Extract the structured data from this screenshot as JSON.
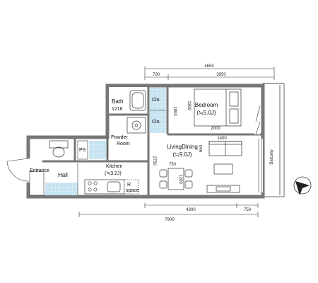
{
  "rooms": {
    "bath": "Bath",
    "bath_size": "1216",
    "closet_1": "Clo.",
    "closet_2": "Clo.",
    "bedroom": "Bedroom",
    "bedroom_size": "(≒5.0J)",
    "powder_room_1": "Powder",
    "powder_room_2": "Room",
    "living_dining": "LivingDining",
    "living_dining_size": "(≒9.0J)",
    "entrance": "Entrance",
    "hall": "Hall",
    "kitchen": "Kitchen",
    "kitchen_size": "(≒3.2J)",
    "r_space_1": "R",
    "r_space_2": "space",
    "balcony": "Balcony",
    "ps": "PS"
  },
  "dimensions": {
    "top_total": "4650",
    "top_left": "700",
    "top_right": "3950",
    "bottom_right": "4300",
    "bottom_small": "750",
    "bottom_total": "7900",
    "closet_height": "1900",
    "bed_height": "1300",
    "bed_width": "2000",
    "sofa_width": "1400",
    "sofa_depth": "650",
    "table_width": "750",
    "table_depth": "1200",
    "ld_height": "2750"
  },
  "colors": {
    "wall": "#777777",
    "tile": "#c5e3f0",
    "line": "#333333"
  }
}
